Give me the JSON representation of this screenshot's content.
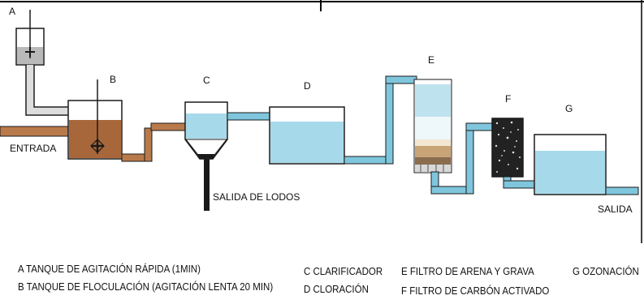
{
  "diagram": {
    "units": {
      "A": "A",
      "B": "B",
      "C": "C",
      "D": "D",
      "E": "E",
      "F": "F",
      "G": "G"
    },
    "flow_labels": {
      "inlet": "ENTRADA",
      "sludge_outlet": "SALIDA DE LODOS",
      "outlet": "SALIDA"
    },
    "legend": {
      "a": "A TANQUE DE AGITACIÓN RÁPIDA (1MIN)",
      "b": "B TANQUE DE FLOCULACIÓN (AGITACIÓN LENTA 20 MIN)",
      "c": "C CLARIFICADOR",
      "d": "D CLORACIÓN",
      "e": "E FILTRO DE ARENA Y GRAVA",
      "f": "F FILTRO DE CARBÓN ACTIVADO",
      "g": "G OZONACIÓN"
    },
    "colors": {
      "water": "#a6d9ea",
      "pipe_water": "#7fc6dd",
      "brown_water": "#a8673a",
      "pipe_brown": "#b97a4b",
      "sand": "#c8a477",
      "gravel": "#8a6d4f",
      "carbon": "#222222",
      "outline": "#1a1a1a"
    }
  }
}
